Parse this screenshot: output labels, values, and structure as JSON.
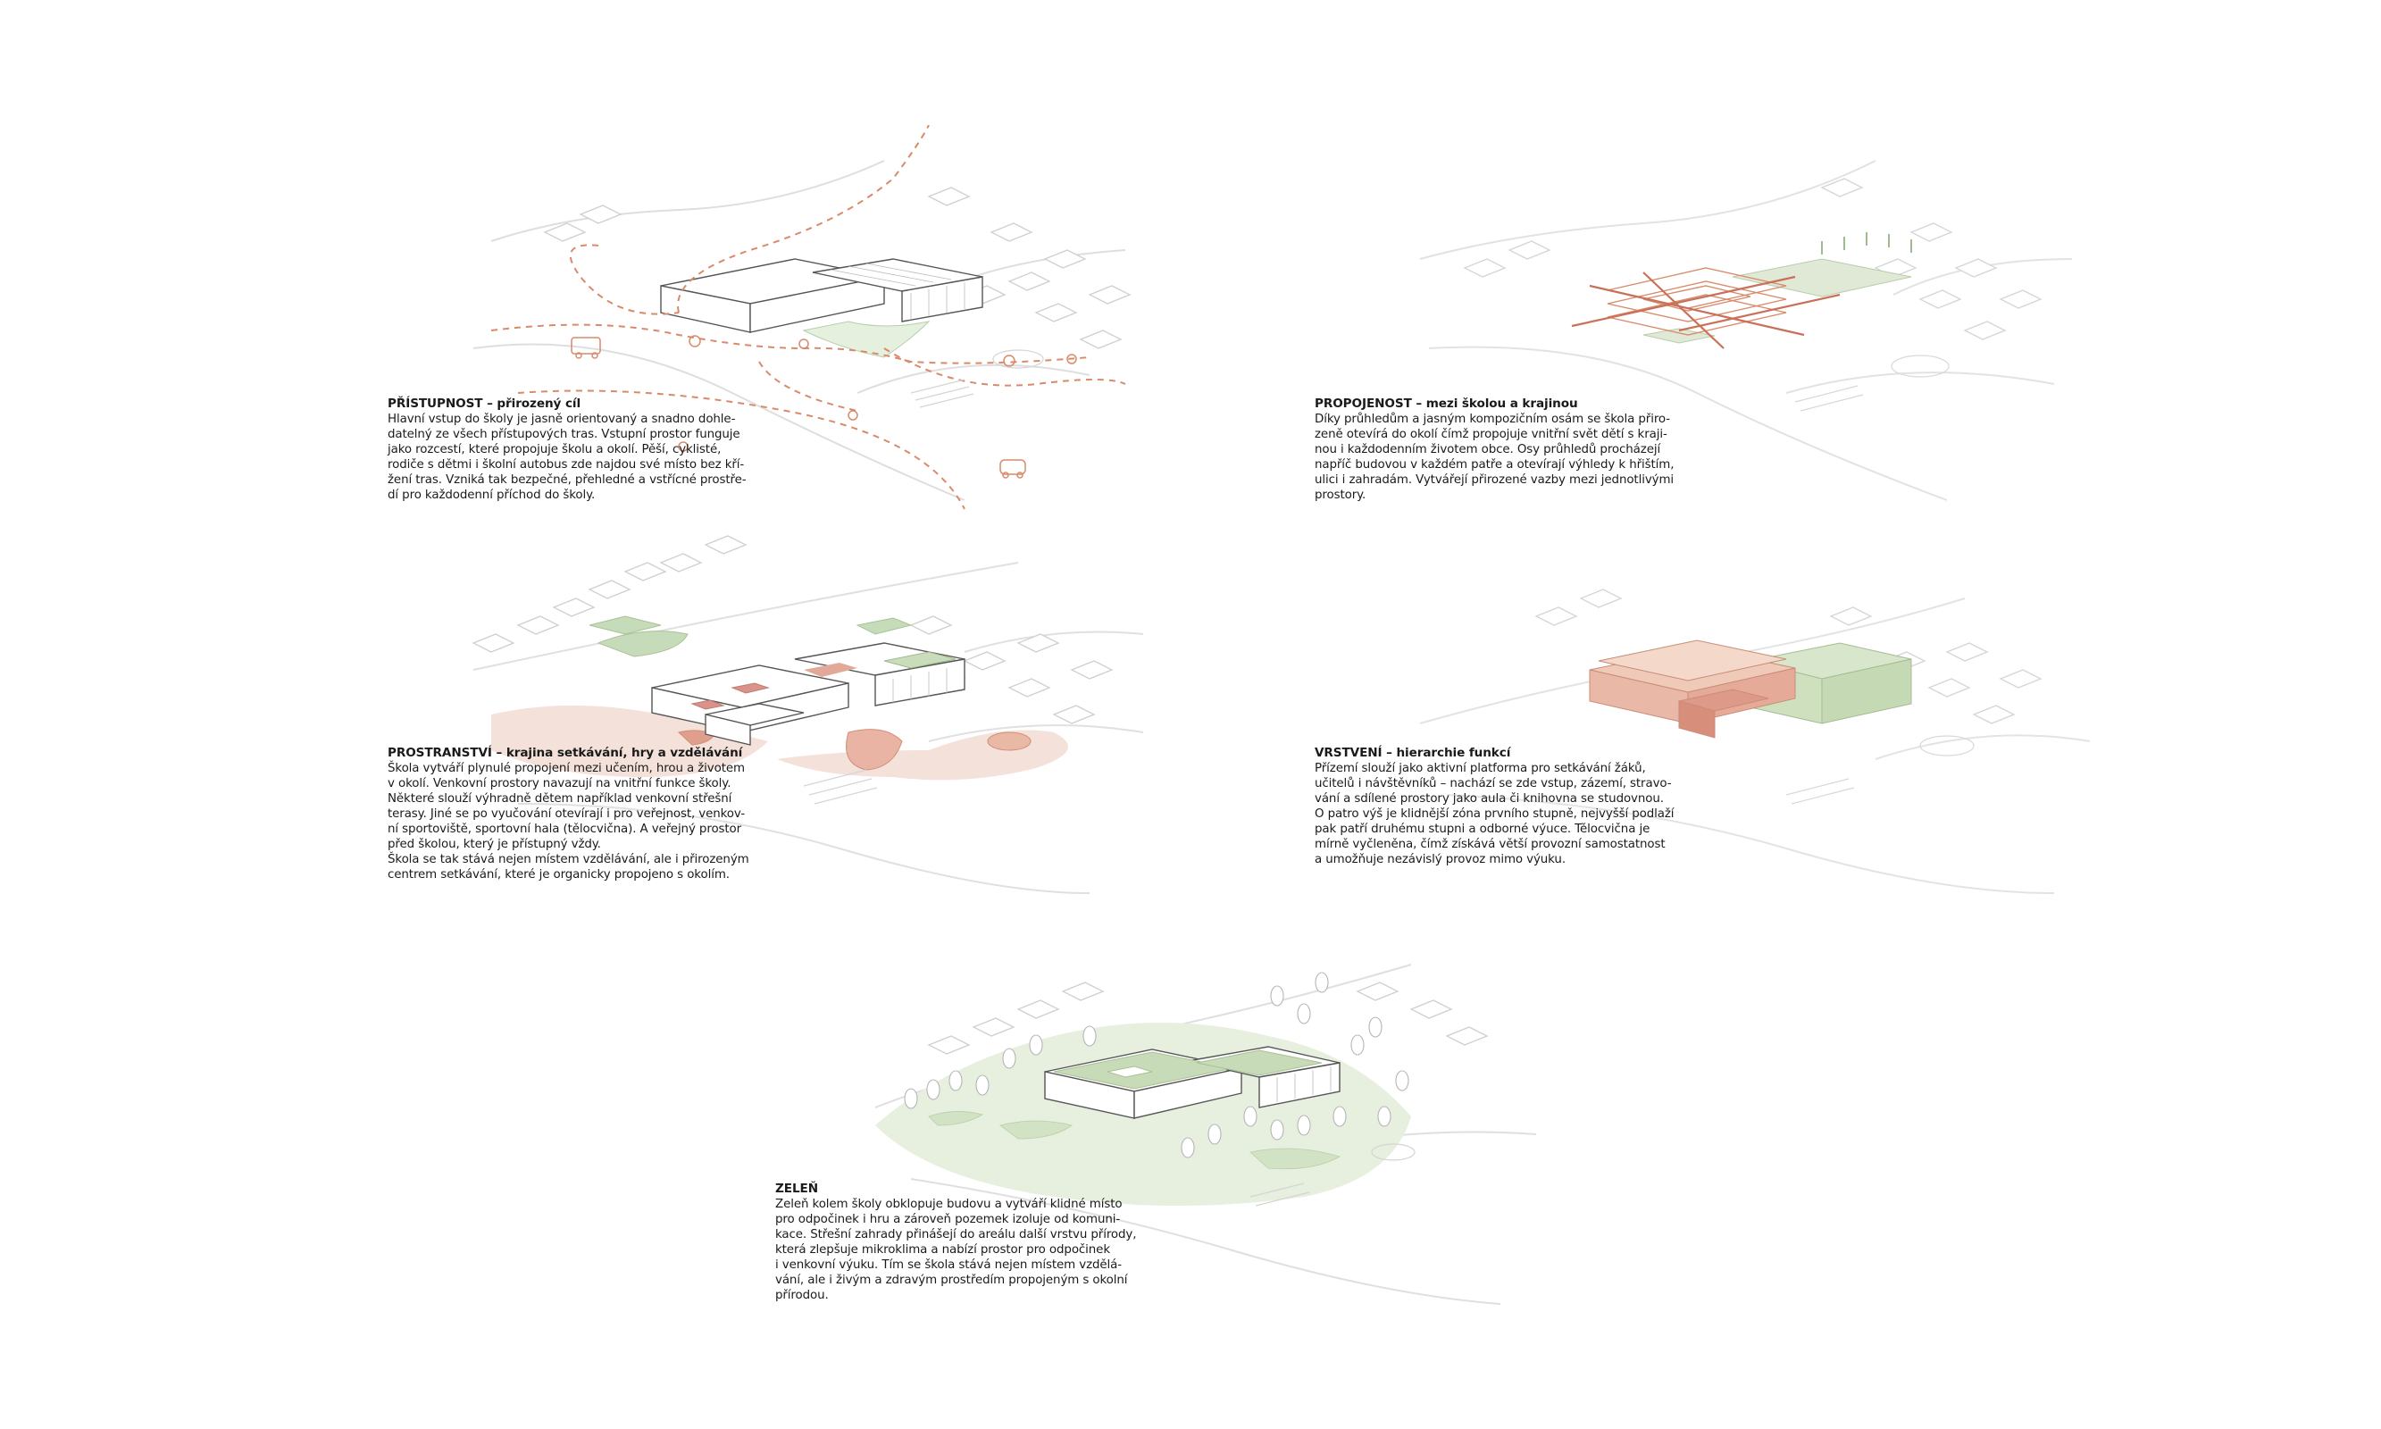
{
  "panels": {
    "pristupnost": {
      "title": "PŘÍSTUPNOST – přirozený cíl",
      "body": "Hlavní vstup do školy je jasně orientovaný a snadno dohle-\ndatelný ze všech přístupových tras. Vstupní prostor funguje\njako rozcestí, které propojuje školu a okolí. Pěší, cyklisté,\nrodiče s dětmi i školní autobus zde najdou své místo bez kří-\nžení tras. Vzniká tak bezpečné, přehledné a vstřícné prostře-\ndí pro každodenní příchod do školy."
    },
    "propojenost": {
      "title": "PROPOJENOST – mezi školou a krajinou",
      "body": "Díky průhledům a jasným kompozičním osám se škola přiro-\nzeně otevírá do okolí čímž propojuje vnitřní svět dětí s kraji-\nnou i každodenním životem obce. Osy průhledů procházejí\nnapříč budovou v každém patře a otevírají výhledy k hřištím,\nulici i zahradám. Vytvářejí přirozené vazby mezi jednotlivými\nprostory."
    },
    "prostranstvi": {
      "title": "PROSTRANSTVÍ – krajina setkávání, hry a vzdělávání",
      "body": "Škola vytváří plynulé propojení mezi učením, hrou a životem\nv okolí. Venkovní prostory navazují na vnitřní funkce školy.\nNěkteré slouží výhradně dětem například venkovní střešní\nterasy. Jiné se po vyučování otevírají i pro veřejnost, venkov-\nní sportoviště, sportovní hala (tělocvična). A veřejný prostor\npřed školou, který je přístupný vždy.\nŠkola se tak stává nejen místem vzdělávání, ale i přirozeným\ncentrem setkávání, které je organicky propojeno s okolím."
    },
    "vrstveni": {
      "title": "VRSTVENÍ – hierarchie funkcí",
      "body": "Přízemí slouží jako aktivní platforma pro setkávání žáků,\nučitelů i návštěvníků – nachází se zde vstup, zázemí, stravo-\nvání a sdílené prostory jako aula či knihovna se studovnou.\nO patro výš je klidnější zóna prvního stupně, nejvyšší podlaží\npak patří druhému stupni a odborné výuce. Tělocvična je\nmírně vyčleněna, čímž získává větší provozní samostatnost\na umožňuje nezávislý provoz mimo výuku."
    },
    "zelen": {
      "title": "ZELEŇ",
      "body": " Zeleň kolem školy obklopuje budovu a vytváří klidné místo\npro odpočinek i hru a zároveň pozemek izoluje od komuni-\nkace. Střešní zahrady přinášejí do areálu další vrstvu přírody,\nkterá zlepšuje mikroklima a nabízí prostor pro odpočinek\ni venkovní výuku. Tím se škola stává nejen místem vzdělá-\nvání, ale i živým a zdravým prostředím propojeným s okolní\npřírodou."
    }
  },
  "colors": {
    "line": "#9a9a9a",
    "context": "#d4d4d4",
    "orange": "#d98a6a",
    "orange_fill": "#efc9b8",
    "red_fill": "#e8b0a2",
    "green_fill": "#c9dcbc",
    "green_light": "#e3eddb"
  }
}
